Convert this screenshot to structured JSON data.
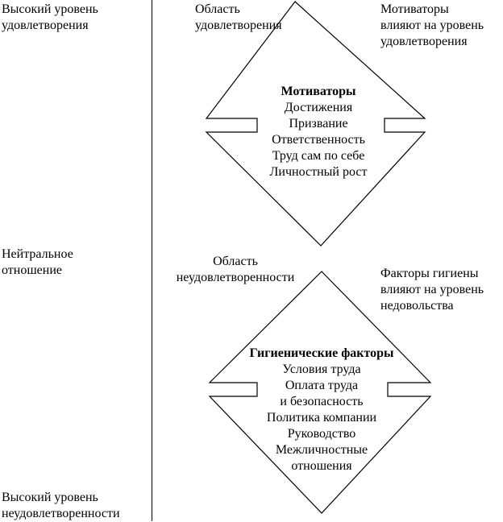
{
  "axis": {
    "high_satisfaction": "Высокий уровень\nудовлетворения",
    "neutral": "Нейтральное\nотношение",
    "high_dissatisfaction": "Высокий уровень\nнеудовлетворенности"
  },
  "top": {
    "area_label": "Область\nудовлетворения",
    "effect_note": "Мотиваторы\nвлияют на уровень\nудовлетворения",
    "title": "Мотиваторы",
    "items": [
      "Достижения",
      "Призвание",
      "Ответственность",
      "Труд сам по себе",
      "Личностный рост"
    ]
  },
  "bottom": {
    "area_label": "Область\nнеудовлетворенности",
    "effect_note": "Факторы гигиены\nвлияют на уровень\nнедовольства",
    "title": "Гигиенические факторы",
    "items": [
      "Условия труда",
      "Оплата труда",
      "и безопасность",
      "Политика компании",
      "Руководство",
      "Межличностные",
      "отношения"
    ]
  }
}
